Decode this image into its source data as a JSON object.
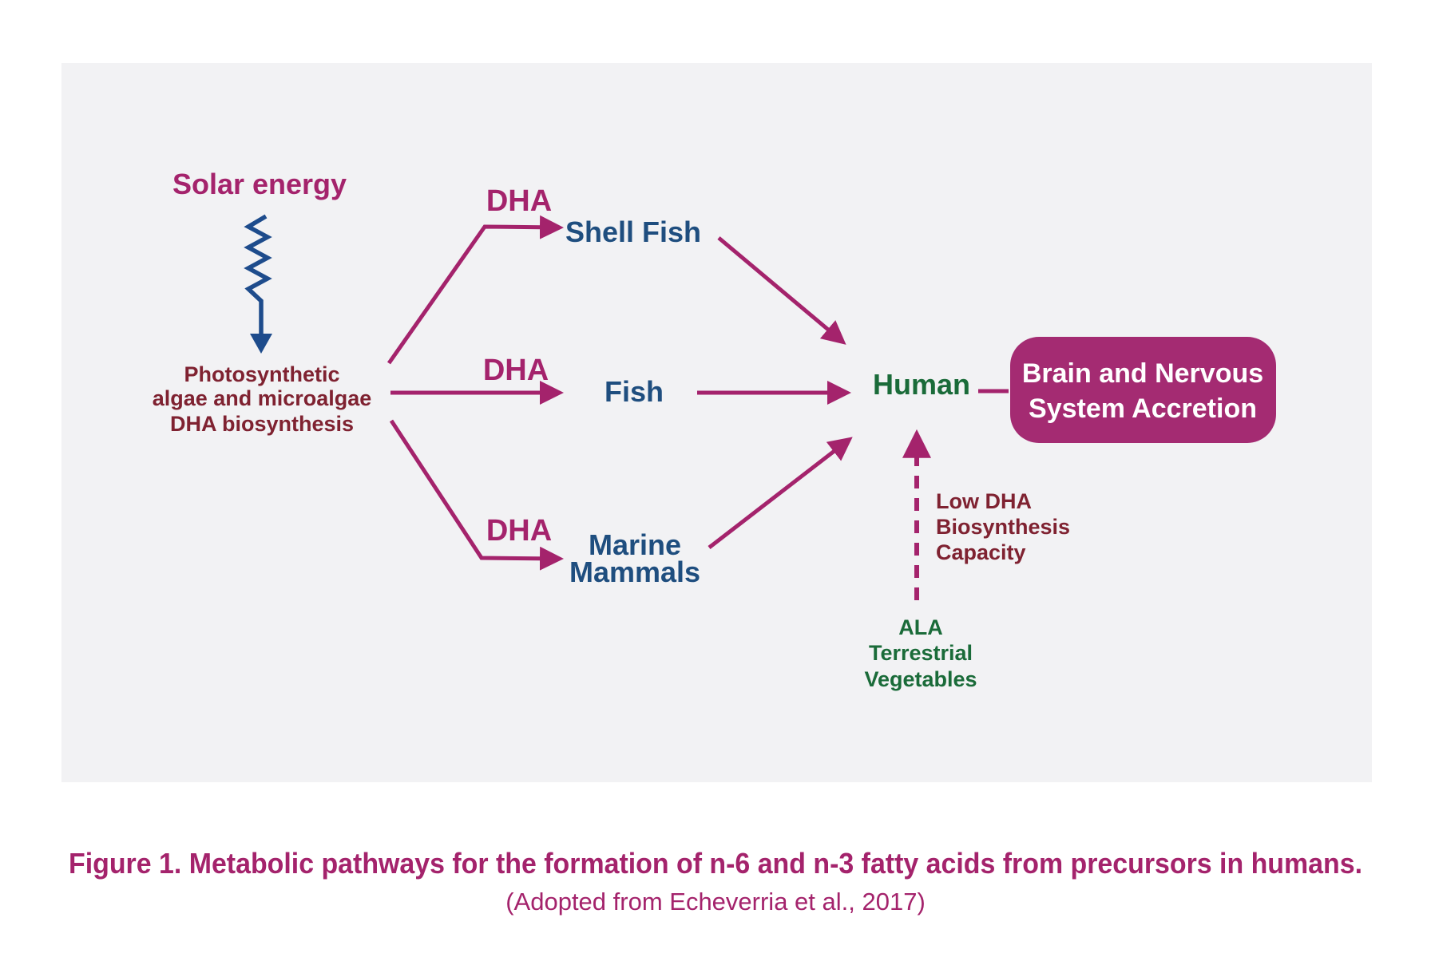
{
  "figure": {
    "solar_energy": "Solar energy",
    "algae": [
      "Photosynthetic",
      "algae and microalgae",
      "DHA biosynthesis"
    ],
    "dha_labels": [
      "DHA",
      "DHA",
      "DHA"
    ],
    "nodes": {
      "shell_fish": "Shell Fish",
      "fish": "Fish",
      "marine_mammals": [
        "Marine",
        "Mammals"
      ],
      "human": "Human",
      "brain_box": [
        "Brain and Nervous",
        "System Accretion"
      ]
    },
    "low_dha": [
      "Low DHA",
      "Biosynthesis",
      "Capacity"
    ],
    "ala": [
      "ALA",
      "Terrestrial",
      "Vegetables"
    ]
  },
  "caption": {
    "title": "Figure 1. Metabolic pathways for the formation of n-6 and n-3 fatty acids from precursors in humans.",
    "source": "(Adopted from Echeverria et al., 2017)"
  },
  "colors": {
    "crimson": "#A4236C",
    "box_fill": "#A42B72",
    "dark_red": "#7F2231",
    "dark_blue": "#1F4E7F",
    "zigzag_blue": "#1E4C8C",
    "green": "#1A6B39",
    "panel_bg": "#F2F2F4",
    "page_bg": "#FFFFFF",
    "box_text": "#FFFFFF"
  }
}
